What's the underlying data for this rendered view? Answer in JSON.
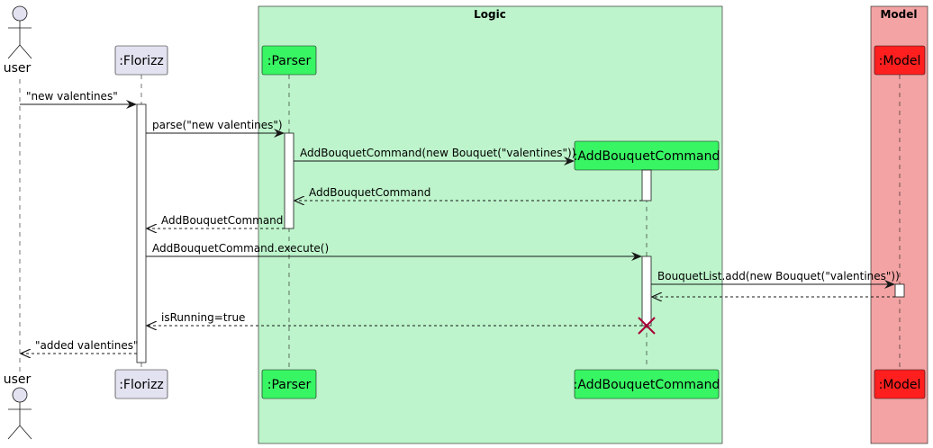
{
  "boxes": {
    "logic": {
      "title": "Logic",
      "color": "#BDF4CB"
    },
    "model": {
      "title": "Model",
      "color": "#F3A3A3"
    }
  },
  "participants": {
    "user": {
      "label": "user"
    },
    "florizz": {
      "label": ":Florizz",
      "color": "#E2E2F0"
    },
    "parser": {
      "label": ":Parser",
      "color": "#38F564"
    },
    "addcmd": {
      "label": ":AddBouquetCommand",
      "color": "#38F564"
    },
    "model": {
      "label": ":Model",
      "color": "#FF1F1F"
    }
  },
  "messages": {
    "m1": "\"new valentines\"",
    "m2": "parse(\"new valentines\")",
    "m3": "AddBouquetCommand(new Bouquet(\"valentines\"))",
    "m4": "AddBouquetCommand",
    "m5": "AddBouquetCommand",
    "m6": "AddBouquetCommand.execute()",
    "m7": "BouquetList.add(new Bouquet(\"valentines\"))",
    "m8": "",
    "m9": "isRunning=true",
    "m10": "\"added valentines\""
  }
}
